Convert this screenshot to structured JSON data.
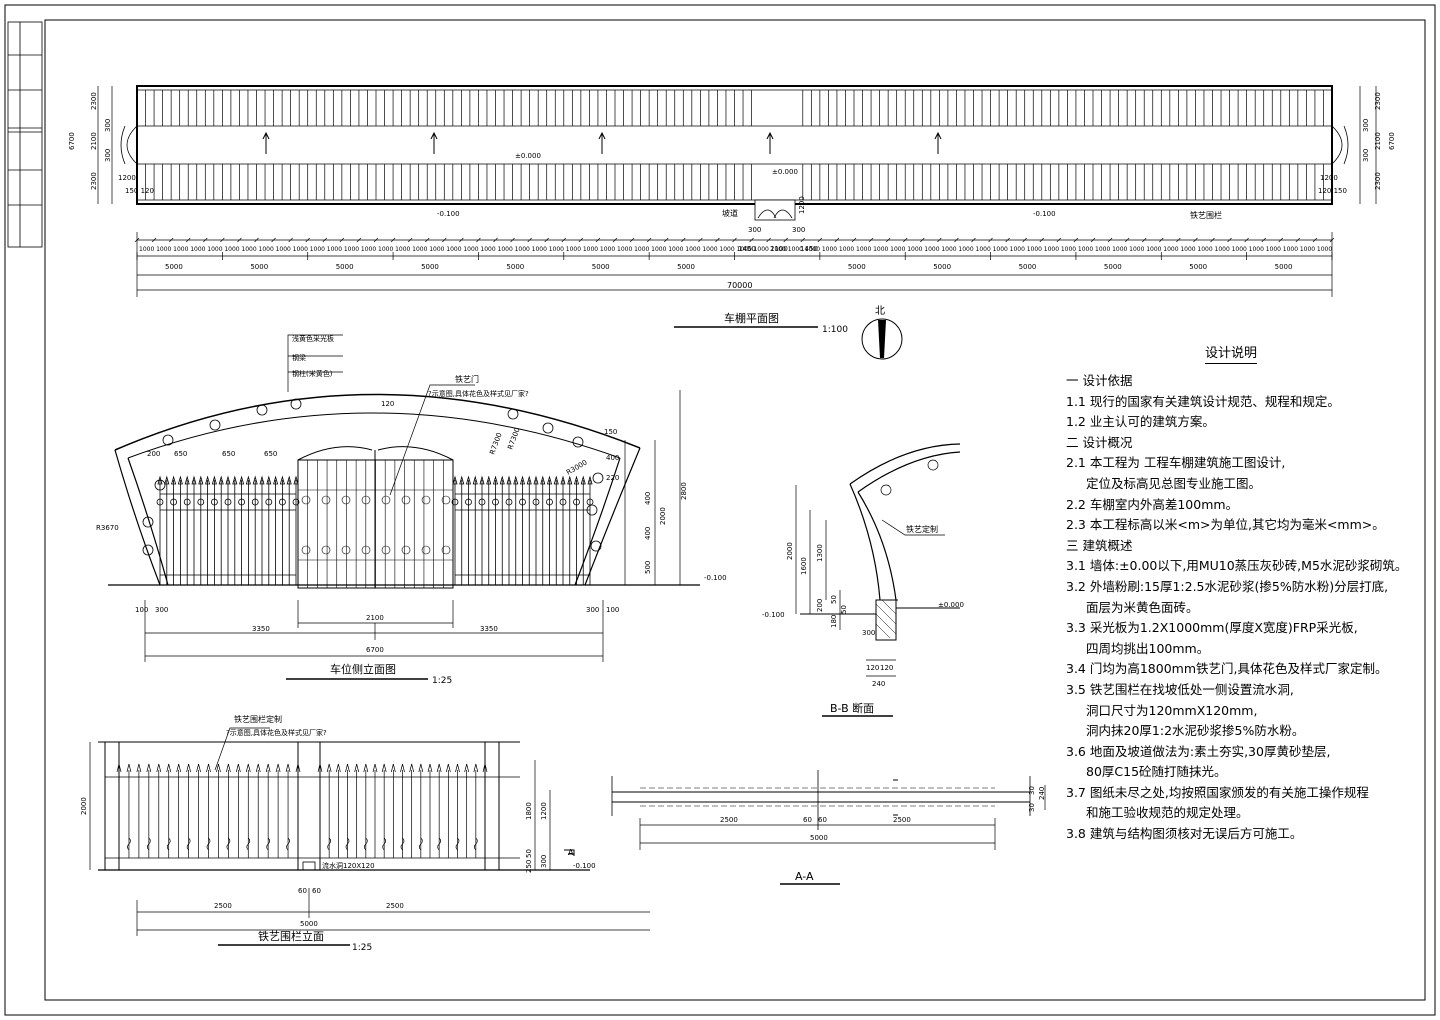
{
  "titles": {
    "plan": "车棚平面图",
    "plan_scale": "1:100",
    "side_elevation": "车位侧立面图",
    "side_scale": "1:25",
    "fence_elevation": "铁艺围栏立面",
    "fence_scale": "1:25",
    "section_bb": "B-B 断面",
    "section_aa": "A-A",
    "north": "北"
  },
  "plan": {
    "level_center": "±0.000",
    "level_gate": "±0.000",
    "level_outside_left": "-0.100",
    "level_outside_right": "-0.100",
    "ramp_label": "坡道",
    "fence_label": "铁艺围栏",
    "left_dims": [
      "2300",
      "300",
      "2100",
      "300",
      "2300",
      "6700",
      "1200",
      "150",
      "120"
    ],
    "right_dims": [
      "2300",
      "300",
      "2100",
      "300",
      "2300",
      "6700",
      "1200",
      "150",
      "120"
    ],
    "gate_dims": [
      "300",
      "300",
      "1200",
      "2100",
      "1450",
      "1450"
    ],
    "module_dim": "1000",
    "bay_dim": "5000",
    "total_dim": "70000"
  },
  "side": {
    "labels": [
      "浅黄色采光板",
      "钢梁",
      "钢柱(米黄色)"
    ],
    "gate_label": "铁艺门",
    "gate_note": "?示意图,具体花色及样式见厂家?",
    "dims_top": [
      "200",
      "650",
      "650",
      "650"
    ],
    "dims_right": [
      "150",
      "400",
      "220",
      "400",
      "400",
      "500",
      "2800",
      "2000"
    ],
    "arc_dims": [
      "R7300",
      "R7300",
      "R3000",
      "120"
    ],
    "small_label": "R3670",
    "level": "-0.100",
    "bottom_dims": [
      "100",
      "300",
      "2100",
      "300",
      "100",
      "3350",
      "3350",
      "6700"
    ]
  },
  "section_b": {
    "label": "铁艺定制",
    "dims_left": [
      "2000",
      "1600",
      "1300",
      "200",
      "50",
      "50",
      "180",
      "300"
    ],
    "bottom_dims": [
      "120",
      "120",
      "240"
    ],
    "levels": [
      "-0.100",
      "±0.000"
    ]
  },
  "fence": {
    "label": "铁艺围栏定制",
    "note": "?示意图,具体花色及样式见厂家?",
    "drain_label": "流水洞120X120",
    "dims_left": "2000",
    "dims_right": [
      "1800",
      "1200",
      "50",
      "250",
      "300"
    ],
    "center_dims": [
      "60",
      "60"
    ],
    "dims_bottom": [
      "2500",
      "2500",
      "5000"
    ],
    "level": "-0.100",
    "section_mark": "A"
  },
  "section_a": {
    "dims": [
      "2500",
      "60",
      "60",
      "2500",
      "5000"
    ],
    "right_dims": [
      "30",
      "240",
      "30"
    ]
  },
  "notes": {
    "title": "设计说明",
    "lines": [
      "一 设计依据",
      "1.1 现行的国家有关建筑设计规范、规程和规定。",
      "1.2 业主认可的建筑方案。",
      "二 设计概况",
      "2.1 本工程为    工程车棚建筑施工图设计,",
      "定位及标高见总图专业施工图。",
      "2.2 车棚室内外高差100mm。",
      "2.3 本工程标高以米<m>为单位,其它均为毫米<mm>。",
      "三 建筑概述",
      "3.1 墙体:±0.00以下,用MU10蒸压灰砂砖,M5水泥砂浆砌筑。",
      "3.2 外墙粉刷:15厚1:2.5水泥砂浆(掺5%防水粉)分层打底,",
      "面层为米黄色面砖。",
      "3.3 采光板为1.2X1000mm(厚度X宽度)FRP采光板,",
      "四周均挑出100mm。",
      "3.4 门均为高1800mm铁艺门,具体花色及样式厂家定制。",
      "3.5 铁艺围栏在找坡低处一侧设置流水洞,",
      "洞口尺寸为120mmX120mm,",
      "洞内抹20厚1:2水泥砂浆掺5%防水粉。",
      "3.6 地面及坡道做法为:素土夯实,30厚黄砂垫层,",
      "80厚C15砼随打随抹光。",
      "3.7 图纸未尽之处,均按照国家颁发的有关施工操作规程",
      "和施工验收规范的规定处理。",
      "3.8 建筑与结构图须核对无误后方可施工。"
    ]
  }
}
